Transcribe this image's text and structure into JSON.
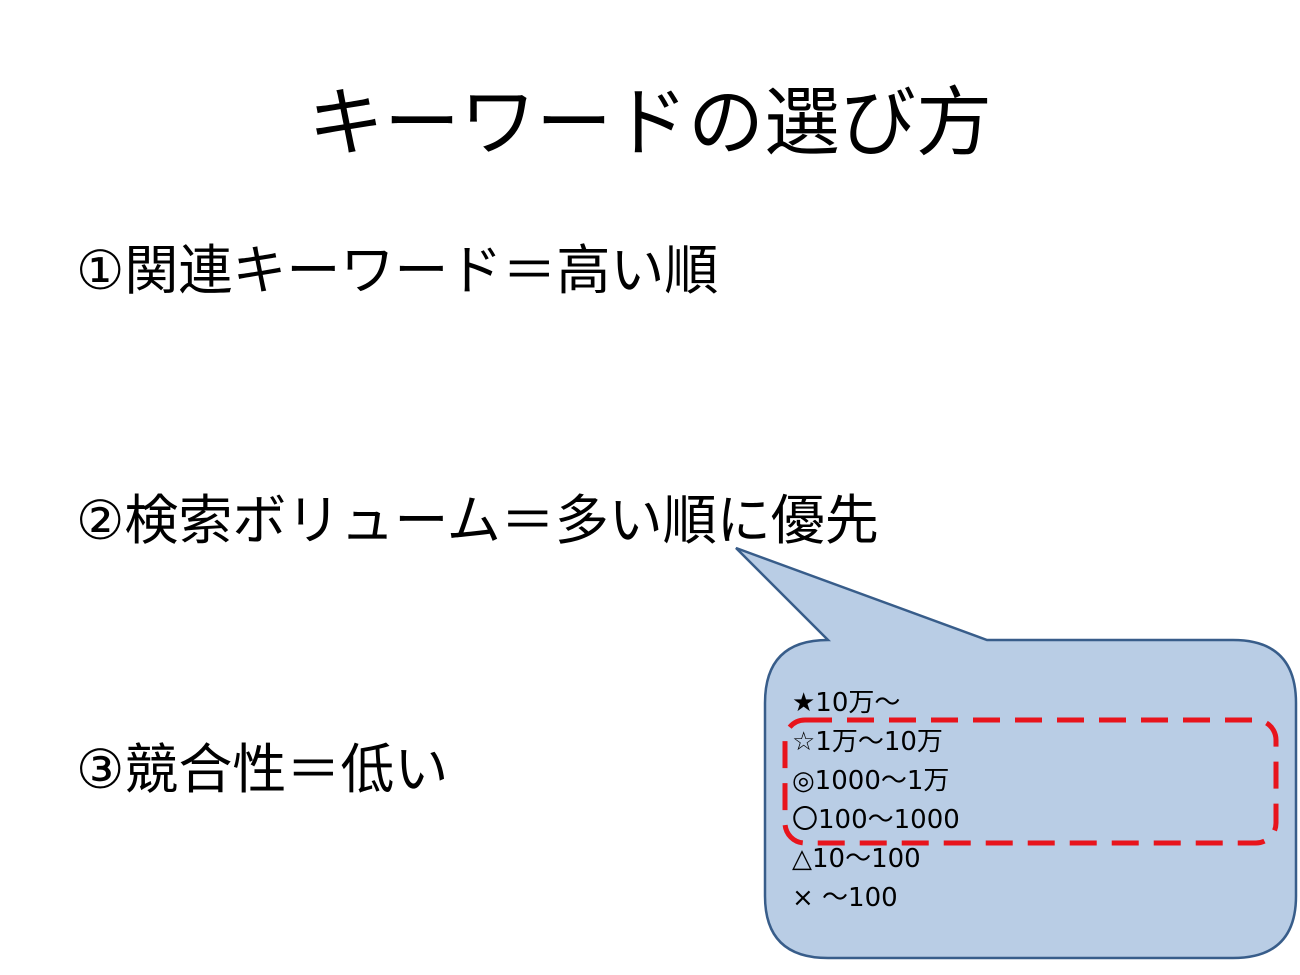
{
  "slide": {
    "title": "キーワードの選び方",
    "bullets": [
      "①関連キーワード＝高い順",
      "②検索ボリューム＝多い順に優先",
      "③競合性＝低い"
    ]
  },
  "callout": {
    "items": [
      "★10万～",
      "☆1万～10万",
      "◎1000～1万",
      "〇100～1000",
      "△10～100",
      "× ～100"
    ],
    "fill_color": "#b9cde5",
    "border_color": "#385d8a",
    "highlight_color": "#e8141c"
  }
}
